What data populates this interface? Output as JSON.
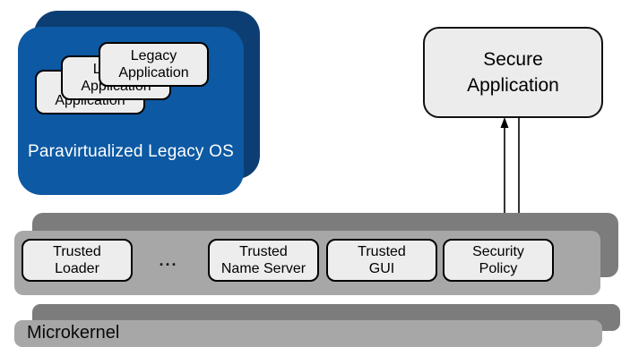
{
  "legacy_os": {
    "label": "Paravirtualized Legacy OS",
    "apps": [
      {
        "line1": "Legacy",
        "line2": "Application"
      },
      {
        "line1": "Legacy",
        "line2": "Application"
      },
      {
        "line1": "Legacy",
        "line2": "Application"
      }
    ]
  },
  "secure_app": {
    "line1": "Secure",
    "line2": "Application"
  },
  "trusted_layer": {
    "separator": "...",
    "boxes": [
      {
        "line1": "Trusted",
        "line2": "Loader"
      },
      {
        "line1": "Trusted",
        "line2": "Name Server"
      },
      {
        "line1": "Trusted",
        "line2": "GUI"
      },
      {
        "line1": "Security",
        "line2": "Policy"
      }
    ]
  },
  "microkernel": {
    "label": "Microkernel"
  },
  "colors": {
    "legacy_os_front": "#0d59a3",
    "legacy_os_top": "#0d3e73",
    "layer_front": "#a7a7a7",
    "layer_top": "#7c7c7c",
    "box_fill": "#ededed",
    "box_border": "#000000",
    "arrow": "#000000",
    "os_label_text": "#ffffff"
  }
}
